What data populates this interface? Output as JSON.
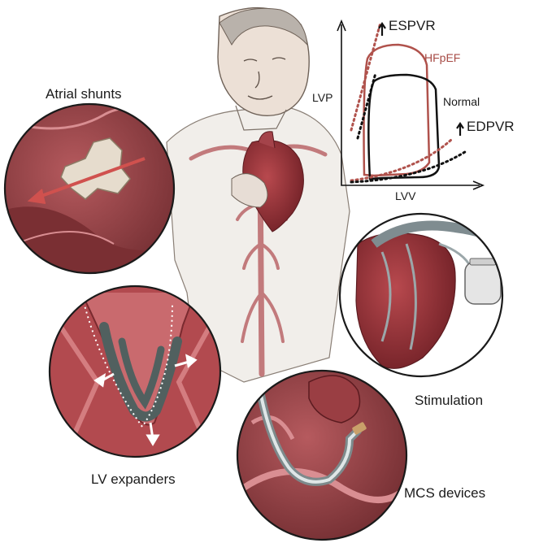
{
  "labels": {
    "atrial_shunts": "Atrial shunts",
    "lv_expanders": "LV expanders",
    "mcs_devices": "MCS devices",
    "stimulation": "Stimulation"
  },
  "pv_plot": {
    "y_axis": "LVP",
    "x_axis": "LVV",
    "espvr": "ESPVR",
    "edpvr": "EDPVR",
    "hfpef": "HFpEF",
    "normal": "Normal",
    "colors": {
      "hfpef": "#b0524c",
      "normal": "#111111"
    }
  },
  "colors": {
    "muscle": "#8e3b3e",
    "muscle_light": "#c7757a",
    "device": "#5e6e70",
    "skin": "#e9e4df",
    "sketch": "#7d7269"
  }
}
